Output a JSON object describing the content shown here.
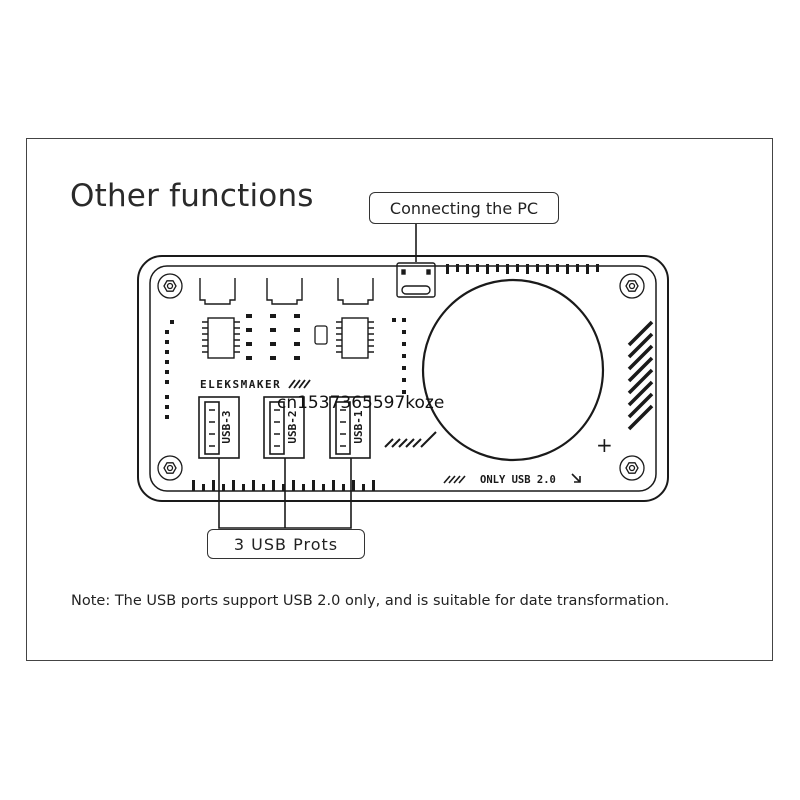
{
  "title": "Other functions",
  "callouts": {
    "pc": "Connecting the PC",
    "usb": "3 USB Prots"
  },
  "board": {
    "brand": "ELEKSMAKER",
    "only_usb": "ONLY USB 2.0",
    "plus_sign": "+",
    "ports": [
      {
        "label": "USB-3"
      },
      {
        "label": "USB-2"
      },
      {
        "label": "USB-1"
      }
    ]
  },
  "watermark": "cn1537365597koze",
  "note": "Note: The USB ports support USB 2.0 only, and is suitable for date transformation.",
  "colors": {
    "line": "#1a1a1a",
    "frame": "#444444",
    "background": "#ffffff"
  }
}
